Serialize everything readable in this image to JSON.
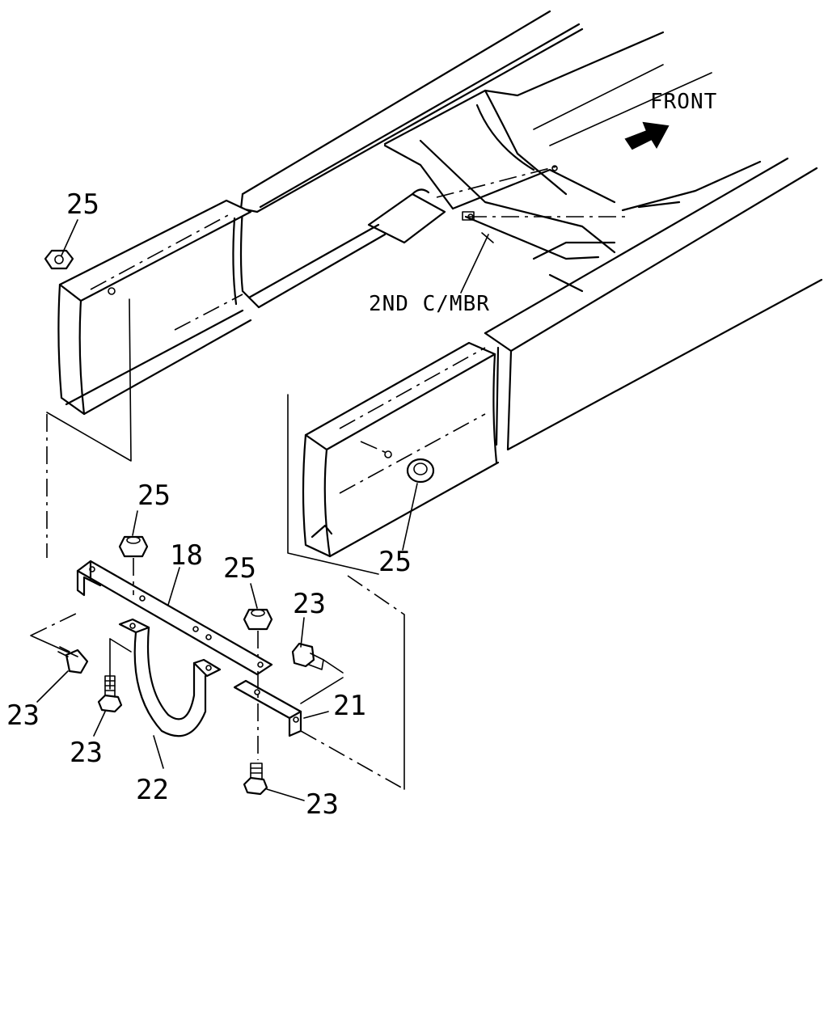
{
  "labels": {
    "front": "FRONT",
    "second_cross_member": "2ND C/MBR",
    "part_25_upper_left": "25",
    "part_25_mid_left": "25",
    "part_25_mid_center": "25",
    "part_25_right": "25",
    "part_18": "18",
    "part_21": "21",
    "part_22": "22",
    "part_23_left": "23",
    "part_23_lower_left": "23",
    "part_23_right_upper": "23",
    "part_23_bottom": "23"
  },
  "icons": {
    "front_arrow": "arrow-up-right-icon"
  }
}
